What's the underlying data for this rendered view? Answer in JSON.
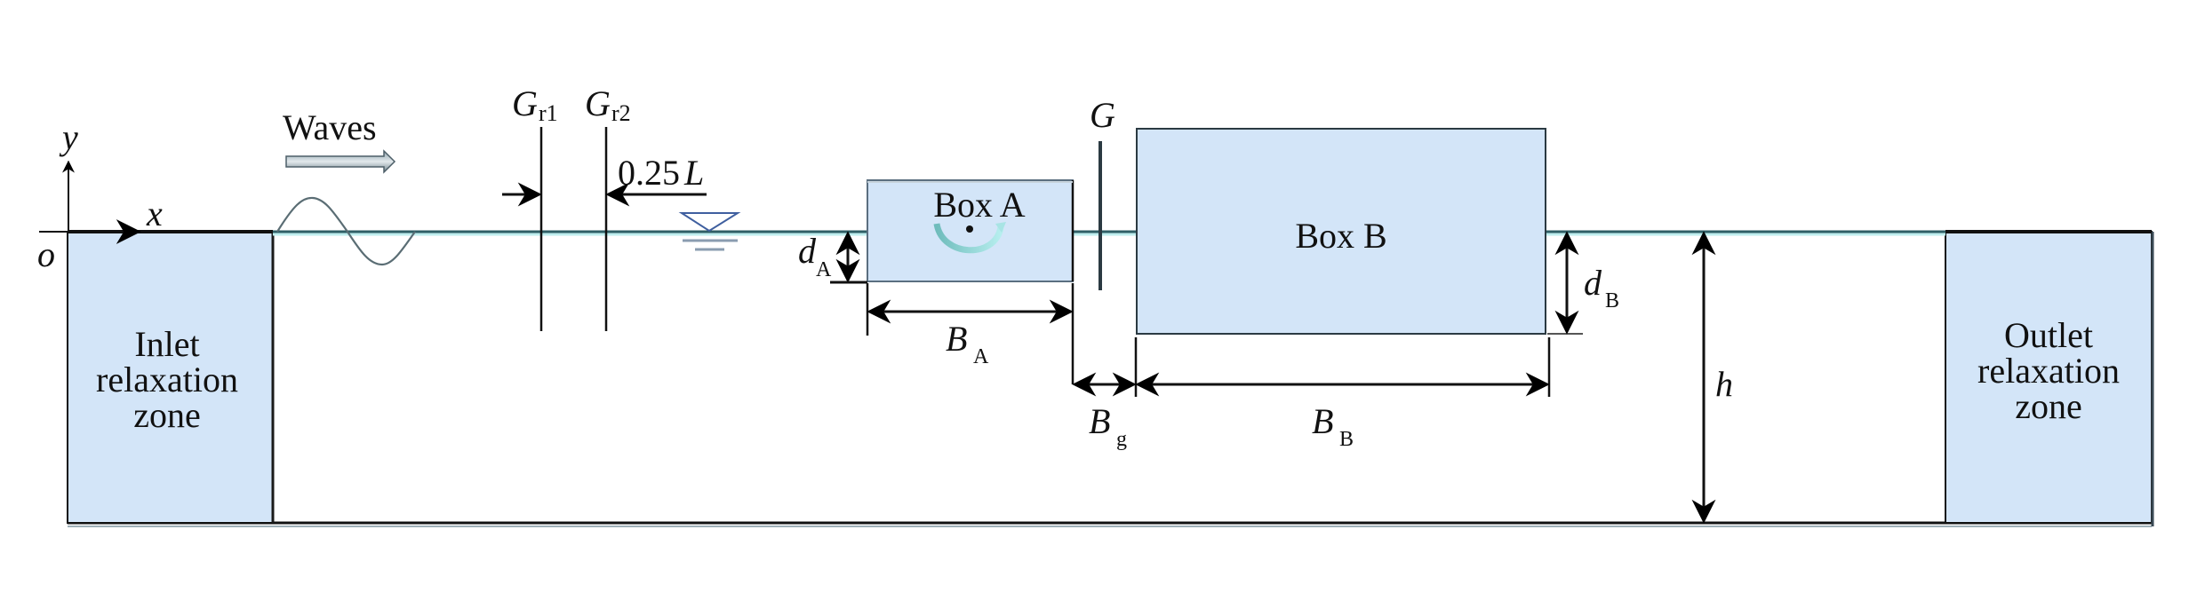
{
  "axes": {
    "x_label": "x",
    "y_label": "y",
    "origin_label": "o"
  },
  "waves": {
    "label": "Waves",
    "direction": "right"
  },
  "zones": {
    "inlet": [
      "Inlet",
      "relaxation",
      "zone"
    ],
    "outlet": [
      "Outlet",
      "relaxation",
      "zone"
    ]
  },
  "gauges": {
    "gr1": {
      "main": "G",
      "sub": "r1"
    },
    "gr2": {
      "main": "G",
      "sub": "r2"
    },
    "g": {
      "main": "G"
    },
    "spacing_label": {
      "main": "0.25",
      "italic": "L"
    }
  },
  "boxes": {
    "box_a": "Box A",
    "box_b": "Box B"
  },
  "dimensions": {
    "d_a": {
      "main": "d",
      "sub": "A"
    },
    "d_b": {
      "main": "d",
      "sub": "B"
    },
    "b_a": {
      "main": "B",
      "sub": "A"
    },
    "b_b": {
      "main": "B",
      "sub": "B"
    },
    "b_g": {
      "main": "B",
      "sub": "g"
    },
    "h": {
      "main": "h"
    }
  },
  "colors": {
    "zone_fill": "#d3e5f8",
    "waterline": "#2f5f66",
    "waterline_glow": "#bfeeee",
    "rotation_arrow": "#7ec8c8",
    "outline": "#1a1a1a"
  }
}
